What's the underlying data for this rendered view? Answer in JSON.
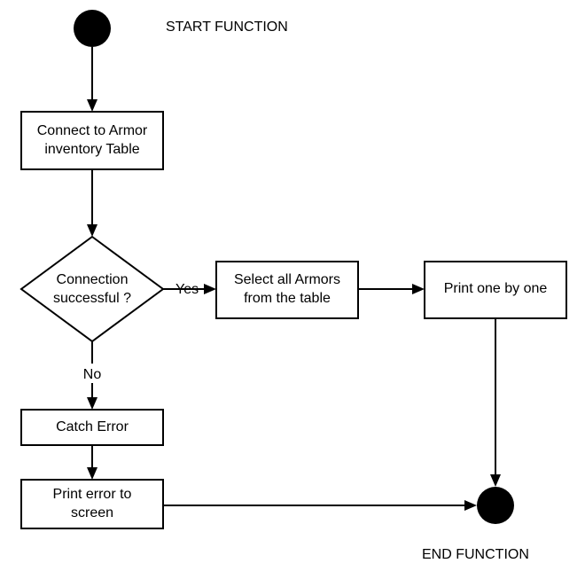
{
  "diagram": {
    "start_label": "START FUNCTION",
    "end_label": "END FUNCTION",
    "nodes": {
      "connect": {
        "line1": "Connect to Armor",
        "line2": "inventory Table"
      },
      "decision": {
        "line1": "Connection",
        "line2": "successful ?"
      },
      "select": {
        "line1": "Select all Armors",
        "line2": "from the table"
      },
      "print_one": {
        "label": "Print one by one"
      },
      "catch": {
        "label": "Catch Error"
      },
      "print_error": {
        "line1": "Print error to",
        "line2": "screen"
      }
    },
    "edges": {
      "yes_label": "Yes",
      "no_label": "No"
    },
    "colors": {
      "stroke": "#000000",
      "fill": "#ffffff",
      "terminal": "#000000"
    }
  }
}
